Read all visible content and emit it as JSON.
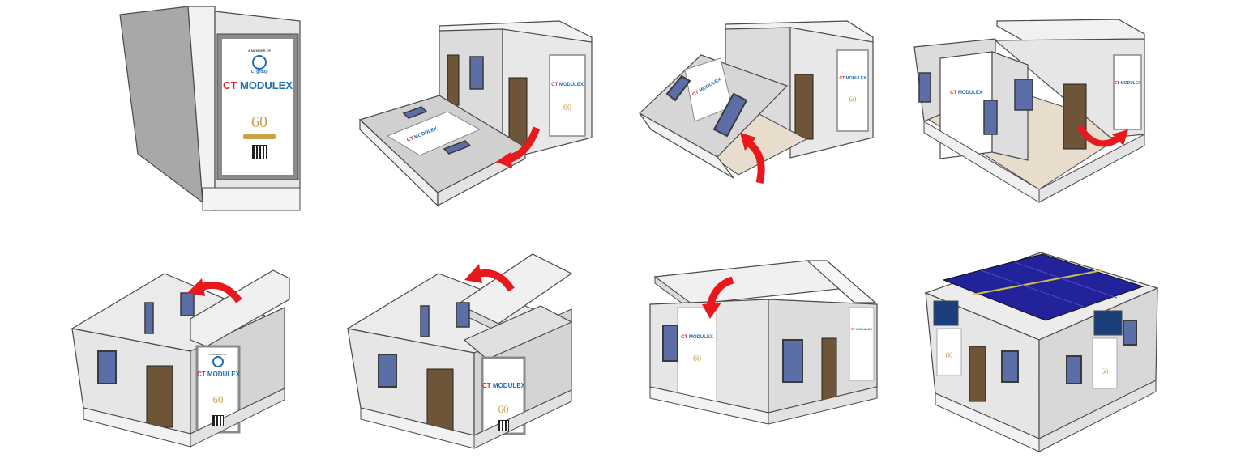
{
  "brand": {
    "ct": "CT",
    "modulex": "MODULEX",
    "member_line": "A MEMBER OF",
    "group_mark": "CTgroup",
    "anniversary": "60",
    "colors": {
      "ct_red": "#d8232a",
      "modulex_blue": "#1f6fb2",
      "gold": "#c9a24a"
    }
  },
  "steps": [
    {
      "name": "step-1-folded-module",
      "arrow": null
    },
    {
      "name": "step-2-floor-unfold",
      "arrow": "fold-down"
    },
    {
      "name": "step-3-side-wall-raise",
      "arrow": "rotate-up"
    },
    {
      "name": "step-4-front-wall-swing",
      "arrow": "swing"
    },
    {
      "name": "step-5-roof-lift",
      "arrow": "rotate-up"
    },
    {
      "name": "step-6-roof-tilt",
      "arrow": "rotate-up"
    },
    {
      "name": "step-7-roof-open",
      "arrow": "rotate-down"
    },
    {
      "name": "step-8-complete-with-solar",
      "arrow": null
    }
  ],
  "colors": {
    "wall_light": "#e4e4e4",
    "wall_mid": "#d2d2d2",
    "wall_dark": "#a6a6a6",
    "edge": "#4a4a4a",
    "door": "#6e5537",
    "window_glass": "#5b6ea8",
    "arrow": "#e8181d",
    "solar": "#22229a",
    "floor": "#e8dccc"
  }
}
